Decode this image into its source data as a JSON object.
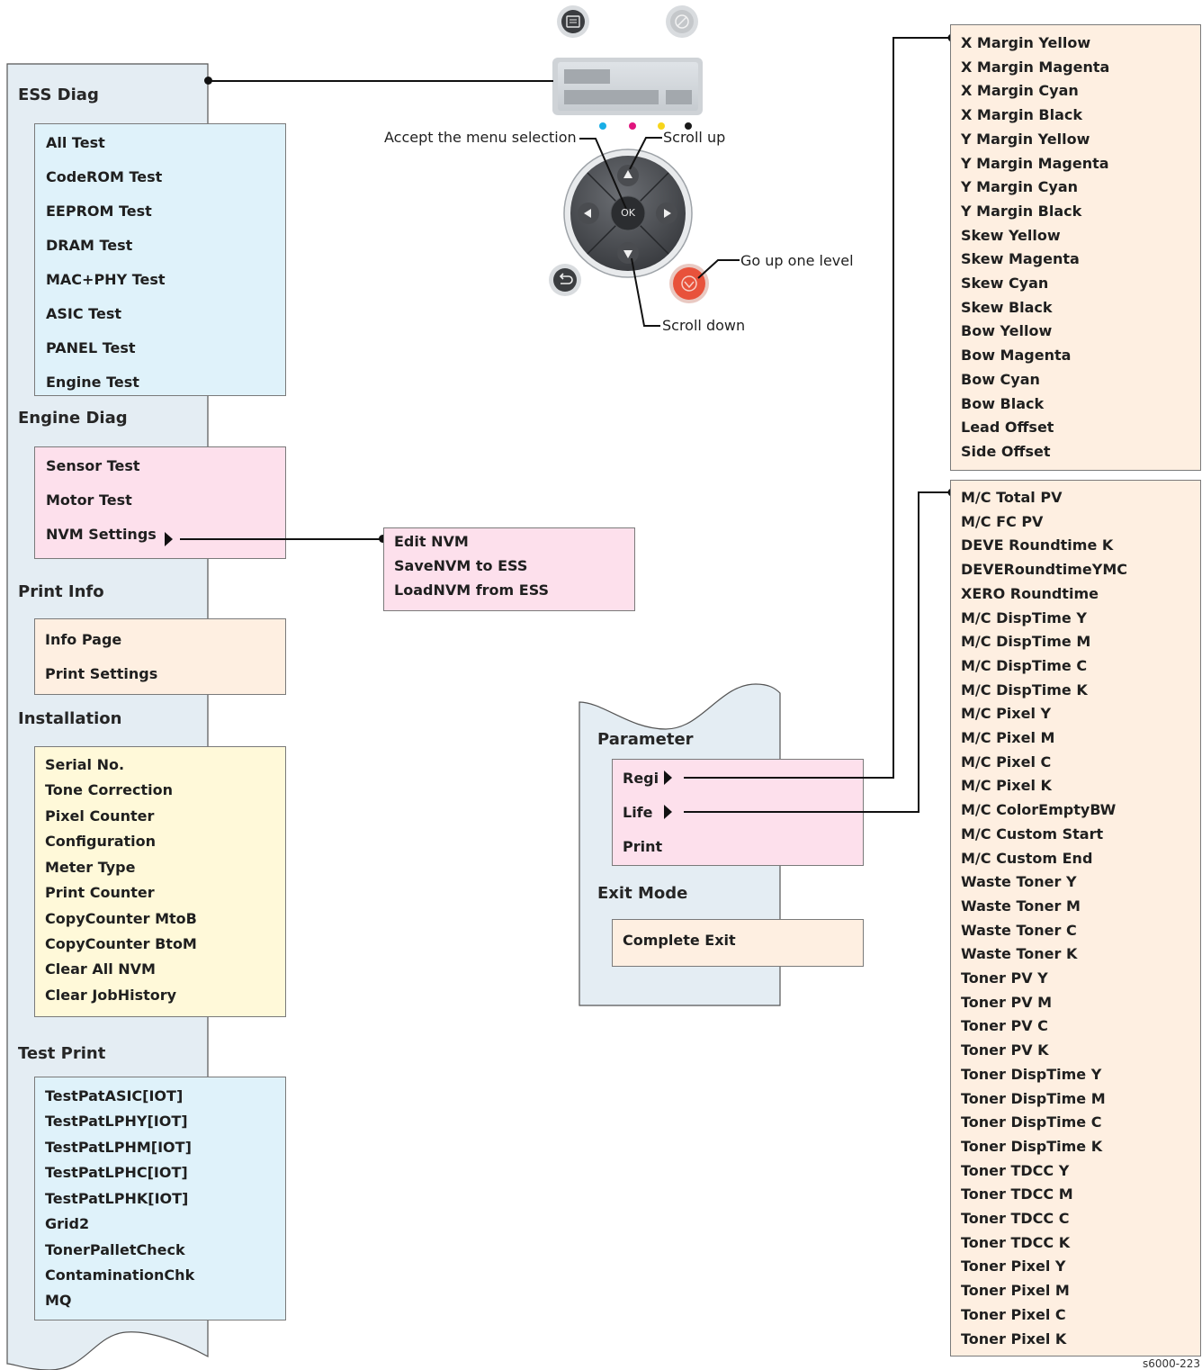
{
  "panel": {
    "callouts": {
      "accept": "Accept the menu selection",
      "scroll_up": "Scroll up",
      "scroll_down": "Scroll down",
      "go_up": "Go up one level"
    },
    "ok_label": "OK",
    "led_colors": [
      "#19aee6",
      "#e0147d",
      "#f7d51b",
      "#1a1a1a"
    ],
    "stop_color": "#e8523b"
  },
  "left_menu": {
    "ess_diag": {
      "title": "ESS Diag",
      "items": [
        "All Test",
        "CodeROM Test",
        "EEPROM Test",
        "DRAM Test",
        "MAC+PHY Test",
        "ASIC Test",
        "PANEL Test",
        "Engine Test"
      ]
    },
    "engine_diag": {
      "title": "Engine Diag",
      "items": [
        "Sensor Test",
        "Motor Test",
        "NVM Settings"
      ]
    },
    "nvm_submenu": {
      "items": [
        "Edit NVM",
        "SaveNVM to ESS",
        "LoadNVM from ESS"
      ]
    },
    "print_info": {
      "title": "Print Info",
      "items": [
        "Info Page",
        "Print Settings"
      ]
    },
    "installation": {
      "title": "Installation",
      "items": [
        "Serial No.",
        "Tone Correction",
        "Pixel Counter",
        "Configuration",
        "Meter Type",
        "Print Counter",
        "CopyCounter MtoB",
        "CopyCounter BtoM",
        "Clear All NVM",
        "Clear JobHistory"
      ]
    },
    "test_print": {
      "title": "Test Print",
      "items": [
        "TestPatASIC[IOT]",
        "TestPatLPHY[IOT]",
        "TestPatLPHM[IOT]",
        "TestPatLPHC[IOT]",
        "TestPatLPHK[IOT]",
        "Grid2",
        "TonerPalletCheck",
        "ContaminationChk",
        "MQ"
      ]
    }
  },
  "mid_menu": {
    "parameter": {
      "title": "Parameter",
      "items": [
        "Regi",
        "Life",
        "Print"
      ]
    },
    "exit_mode": {
      "title": "Exit Mode",
      "items": [
        "Complete Exit"
      ]
    }
  },
  "regi_list": [
    "X Margin Yellow",
    "X Margin Magenta",
    "X Margin Cyan",
    "X Margin Black",
    "Y Margin Yellow",
    "Y Margin Magenta",
    "Y Margin Cyan",
    "Y Margin Black",
    "Skew Yellow",
    "Skew Magenta",
    "Skew Cyan",
    "Skew Black",
    "Bow Yellow",
    "Bow Magenta",
    "Bow Cyan",
    "Bow Black",
    "Lead Offset",
    "Side Offset"
  ],
  "life_list": [
    "M/C Total PV",
    "M/C FC PV",
    "DEVE Roundtime K",
    "DEVERoundtimeYMC",
    "XERO Roundtime",
    "M/C DispTime Y",
    "M/C DispTime M",
    "M/C DispTime C",
    "M/C DispTime K",
    "M/C Pixel Y",
    "M/C Pixel M",
    "M/C Pixel C",
    "M/C Pixel K",
    "M/C ColorEmptyBW",
    "M/C Custom Start",
    "M/C Custom End",
    "Waste Toner Y",
    "Waste Toner M",
    "Waste Toner C",
    "Waste Toner K",
    "Toner PV Y",
    "Toner PV M",
    "Toner PV C",
    "Toner PV K",
    "Toner DispTime Y",
    "Toner DispTime M",
    "Toner DispTime C",
    "Toner DispTime K",
    "Toner TDCC Y",
    "Toner TDCC M",
    "Toner TDCC C",
    "Toner TDCC K",
    "Toner Pixel Y",
    "Toner Pixel M",
    "Toner Pixel C",
    "Toner Pixel K"
  ],
  "figure_id": "s6000-223"
}
